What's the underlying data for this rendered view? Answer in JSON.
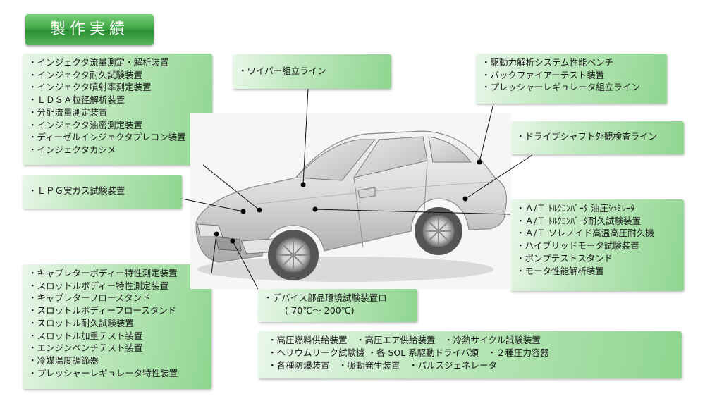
{
  "title": "製作実績",
  "injector": {
    "items": [
      "インジェクタ流量測定・解析装置",
      "インジェクタ耐久試験装置",
      "インジェクタ噴射率測定装置",
      "ＬＤＳＡ粒径解析装置",
      "分配流量測定装置",
      "インジェクタ油密測定装置",
      "ディーゼルインジェクタプレコン装置",
      "インジェクタカシメ"
    ]
  },
  "wiper": {
    "items": [
      "ワイパー組立ライン"
    ]
  },
  "drive": {
    "items": [
      "駆動力解析システム性能ベンチ",
      "バックファイアーテスト装置",
      "プレッシャーレギュレータ組立ライン"
    ]
  },
  "shaft": {
    "items": [
      "ドライブシャフト外観検査ライン"
    ]
  },
  "lpg": {
    "items": [
      "ＬＰＧ実ガス試験装置"
    ]
  },
  "at": {
    "items": [
      "Ａ/Ｔ ﾄﾙｸｺﾝﾊﾞｰﾀ 油圧ｼｭﾐﾚｰﾀ",
      "Ａ/Ｔ ﾄﾙｸｺﾝﾊﾞｰﾀ耐久試験装置",
      "Ａ/Ｔ ソレノイド高温高圧耐久機",
      "ハイブリッドモータ試験装置",
      "ポンプテストスタンド",
      "モータ性能解析装置"
    ]
  },
  "device": {
    "line1": "デバイス部品環境試験装置ロ",
    "line2": "(-70℃～ 200℃)"
  },
  "carb": {
    "items": [
      "キャブレターボディー特性測定装置",
      "スロットルボディー特性測定装置",
      "キャブレターフロースタンド",
      "スロットルボディーフロースタンド",
      "スロットル耐久試験装置",
      "スロットル加重テスト装置",
      "エンジンベンチテスト装置",
      "冷媒温度調節器",
      "プレッシャーレギュレータ特性装置"
    ]
  },
  "misc": {
    "lines": [
      "・高圧燃料供給装置　・高圧エア供給装置　・冷熱サイクル試験装置",
      "・ヘリウムリーク試験機 ・各 SOL 系駆動ドライバ類　・２種圧力容器",
      "・各種防爆装置　・脈動発生装置　・パルスジェネレータ"
    ]
  },
  "colors": {
    "accent": "#3fa844",
    "box_light": "#e9f7e9",
    "box_dark": "#8fd58f"
  }
}
